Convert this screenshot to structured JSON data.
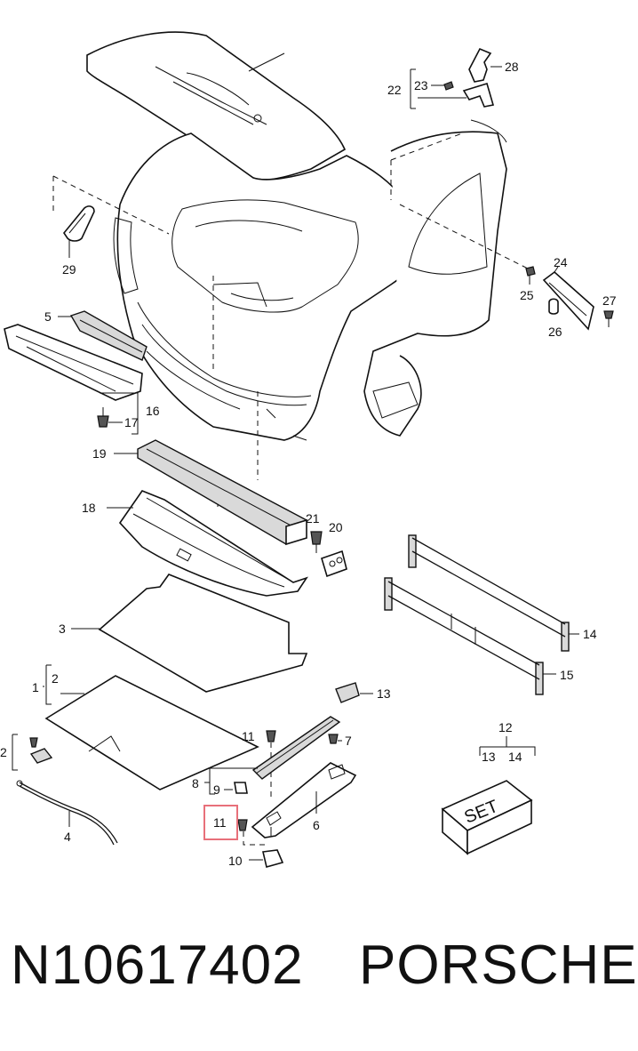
{
  "diagram": {
    "callouts": {
      "c1": "1",
      "c2a": "2",
      "c2b": "2",
      "c3": "3",
      "c4": "4",
      "c5": "5",
      "c6": "6",
      "c7": "7",
      "c8": "8",
      "c9": "9",
      "c10": "10",
      "c11a": "11",
      "c11b": "11",
      "c12": "12",
      "c13a": "13",
      "c13b": "13",
      "c14a": "14",
      "c14b": "14",
      "c15": "15",
      "c16": "16",
      "c17": "17",
      "c18": "18",
      "c19": "19",
      "c20": "20",
      "c21": "21",
      "c22": "22",
      "c23": "23",
      "c24": "24",
      "c25": "25",
      "c26": "26",
      "c27": "27",
      "c28": "28",
      "c29": "29"
    },
    "set_box_text": "SET",
    "highlight_color": "#e8707a"
  },
  "caption": {
    "part_number": "N10617402",
    "brand": "PORSCHE"
  }
}
